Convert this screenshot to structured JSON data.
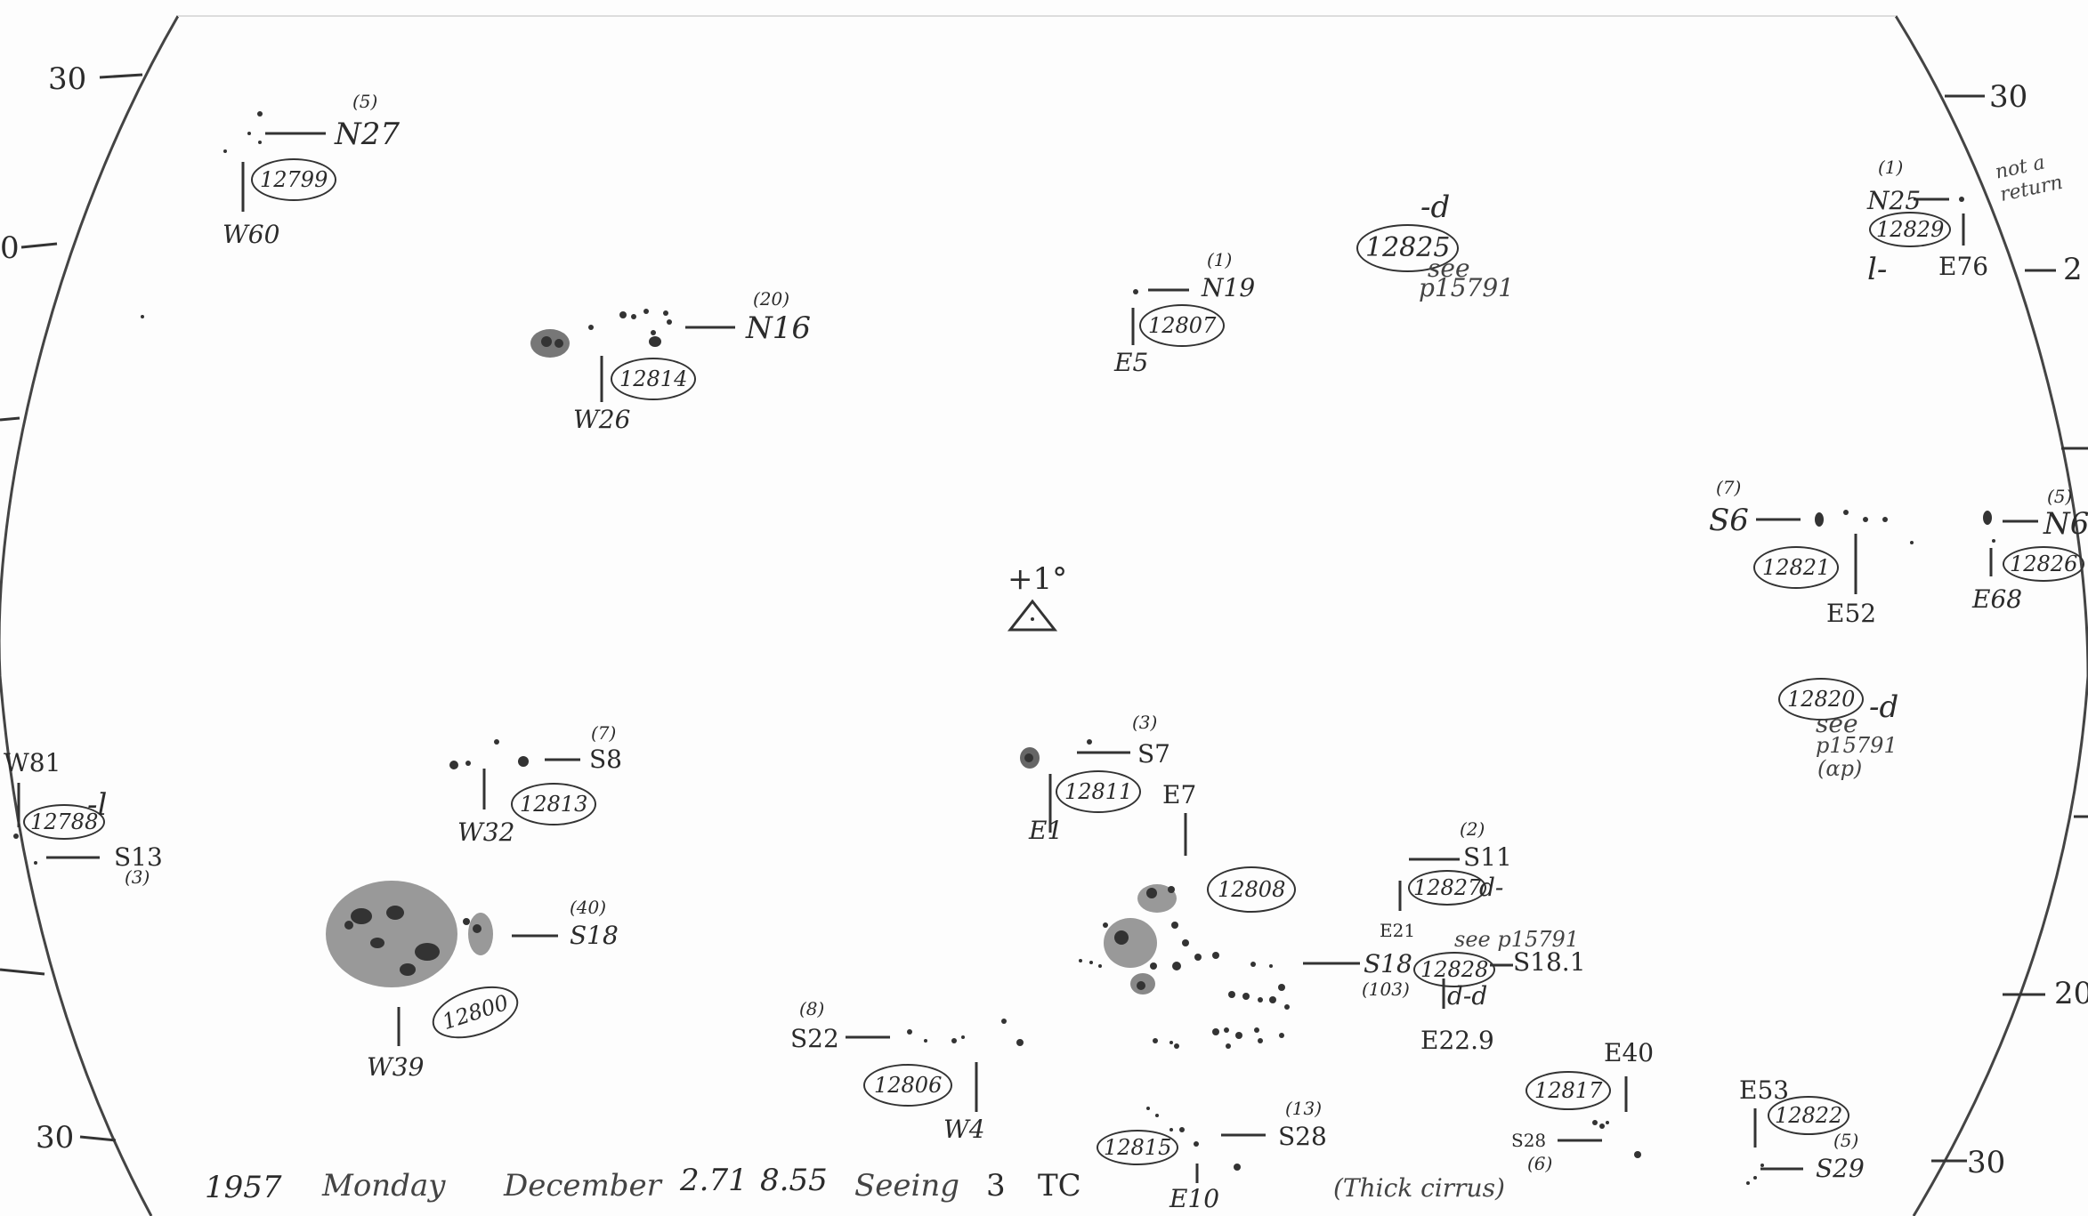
{
  "footer": {
    "year": "1957",
    "weekday": "Monday",
    "month": "December",
    "day": "2.71",
    "time": "8.55",
    "seeing_label": "Seeing",
    "seeing_value": "3",
    "observer": "TC",
    "note": "(Thick cirrus)"
  },
  "scale": {
    "top_left": "30",
    "left_mid": "0",
    "bottom_left": "30",
    "top_right": "30",
    "right_mid": "2",
    "right_low": "20",
    "bottom_right": "30"
  },
  "center": {
    "label": "+1°"
  },
  "groups": {
    "g12799": {
      "id": "12799",
      "count": "(5)",
      "lat": "N27",
      "lon": "W60"
    },
    "g12814": {
      "id": "12814",
      "count": "(20)",
      "lat": "N16",
      "lon": "W26"
    },
    "g12807": {
      "id": "12807",
      "count": "(1)",
      "lat": "N19",
      "lon": "E5"
    },
    "g12825": {
      "id": "12825",
      "class": "-d",
      "note1": "see",
      "note2": "p15791"
    },
    "g12829": {
      "id": "12829",
      "count": "(1)",
      "lat": "N25",
      "lon": "E76",
      "class": "l-",
      "note": "not a return"
    },
    "g12821": {
      "id": "12821",
      "count": "(7)",
      "lat": "S6",
      "lon": "E52"
    },
    "g12826": {
      "id": "12826",
      "count": "(5)",
      "lat": "N6",
      "lon": "E68"
    },
    "g12820": {
      "id": "12820",
      "class": "-d",
      "note1": "see",
      "note2": "p15791",
      "note3": "(αp)"
    },
    "g12788": {
      "id": "12788",
      "count": "(3)",
      "lat": "S13",
      "lon": "W81",
      "class": "-l"
    },
    "g12813": {
      "id": "12813",
      "count": "(7)",
      "lat": "S8",
      "lon": "W32"
    },
    "g12811": {
      "id": "12811",
      "count": "(3)",
      "lat": "S7",
      "lon": "E1"
    },
    "g12800": {
      "id": "12800",
      "count": "(40)",
      "lat": "S18",
      "lon": "W39"
    },
    "g12808": {
      "id": "12808",
      "count": "(103)",
      "lat": "S18",
      "lon": "E7"
    },
    "g12827": {
      "id": "12827",
      "count": "(2)",
      "lat": "S11",
      "lon": "E21",
      "class": "d-"
    },
    "g12828": {
      "id": "12828",
      "lat": "S18.1",
      "lon": "E22.9",
      "class": "d-d",
      "note": "see p15791"
    },
    "g12806": {
      "id": "12806",
      "count": "(8)",
      "lat": "S22",
      "lon": "W4"
    },
    "g12815": {
      "id": "12815",
      "count": "(13)",
      "lat": "S28",
      "lon": "E10"
    },
    "g12817": {
      "id": "12817",
      "count": "(6)",
      "lat": "S28",
      "lon": "E40"
    },
    "g12822": {
      "id": "12822",
      "count": "(5)",
      "lat": "S29",
      "lon": "E53"
    }
  }
}
